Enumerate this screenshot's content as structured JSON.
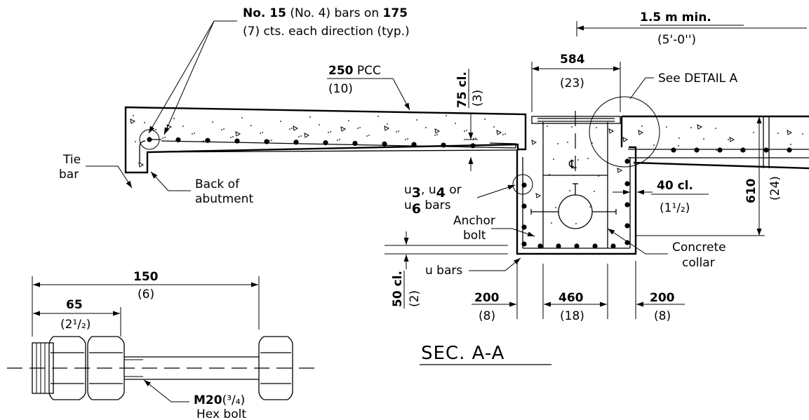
{
  "labels": {
    "rebar_note_line1_a": "No. 15",
    "rebar_note_line1_b": " (No. 4) bars on ",
    "rebar_note_line1_c": "175",
    "rebar_note_line2": "(7) cts. each direction (typ.)",
    "min_dist": "1.5 m min.",
    "min_dist_imp": "(5'-0'')",
    "pcc": "250",
    "pcc_b": " PCC",
    "pcc_imp": "(10)",
    "cover_top": "75 cl.",
    "cover_top_imp": "(3)",
    "width_584": "584",
    "width_584_imp": "(23)",
    "see_detail": "See DETAIL A",
    "tie_bar_1": "Tie",
    "tie_bar_2": "bar",
    "back_abut_1": "Back of",
    "back_abut_2": "abutment",
    "centerline": "℄",
    "depth_610": "610",
    "depth_610_imp": "(24)",
    "u_bars_a": "u",
    "u_bars_sub3": "3",
    "u_bars_b": ", u",
    "u_bars_sub4": "4",
    "u_bars_c": " or",
    "u_bars_d": "u",
    "u_bars_sub6": "6",
    "u_bars_e": " bars",
    "cl40": "40 cl.",
    "cl40_imp": "(1¹/₂)",
    "anchor_1": "Anchor",
    "anchor_2": "bolt",
    "collar_1": "Concrete",
    "collar_2": "collar",
    "u_bars_bottom": "u bars",
    "cover_bottom": "50 cl.",
    "cover_bottom_imp": "(2)",
    "w200_left": "200",
    "w200_left_imp": "(8)",
    "w460": "460",
    "w460_imp": "(18)",
    "w200_right": "200",
    "w200_right_imp": "(8)",
    "bolt_150": "150",
    "bolt_150_imp": "(6)",
    "bolt_65": "65",
    "bolt_65_imp": "(2¹/₂)",
    "section_title": "SEC. A-A",
    "hex_1": "M20",
    "hex_1b": "(³/₄)",
    "hex_2": "Hex bolt"
  }
}
